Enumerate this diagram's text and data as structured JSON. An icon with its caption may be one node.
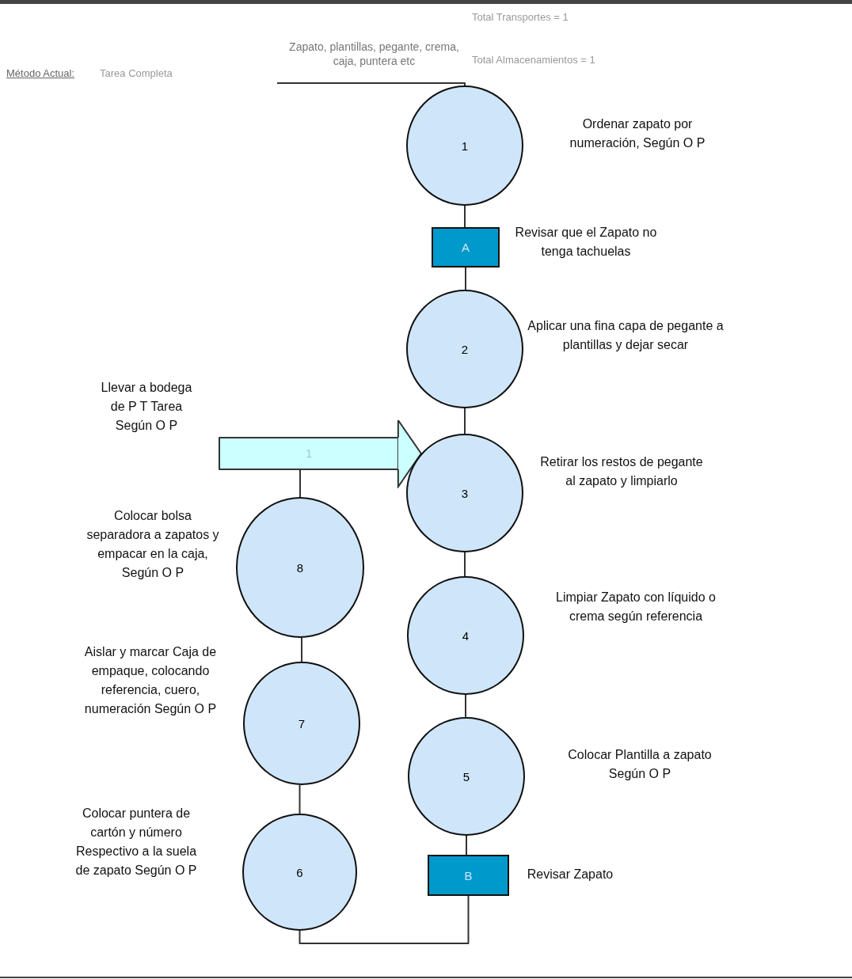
{
  "diagram": {
    "nodes": [
      {
        "text": [
          "Zapato, plantillas, pegante, crema, caja, puntera etc"
        ]
      },
      {
        "text": [
          "1"
        ],
        "beside": [
          "Ordenar zapato por numeración, Según O P"
        ]
      },
      {
        "text": [
          "A"
        ],
        "beside": [
          "Revisar que el Zapato no tenga tachuelas"
        ]
      },
      {
        "text": [
          "2"
        ],
        "beside": [
          "Aplicar una fina capa de pegante a plantillas y dejar secar"
        ]
      },
      {
        "text": [
          "3"
        ],
        "beside": [
          "Retirar los restos de pegante al zapato y limpiarlo"
        ]
      },
      {
        "text": [
          "8"
        ],
        "beside": [
          "Colocar bolsa separadora a zapatos y empacar en la caja, Según O P"
        ]
      },
      {
        "text": [
          "4"
        ],
        "beside": [
          "Limpiar Zapato con líquido o crema según referencia"
        ]
      },
      {
        "text": [
          "7"
        ],
        "beside": [
          "Aislar y marcar Caja de empaque, colocando referencia, cuero, numeración Según O P"
        ]
      },
      {
        "text": [
          "5"
        ],
        "beside": [
          "Colocar Plantilla a zapato Según O P"
        ]
      },
      {
        "text": [
          "B"
        ],
        "beside": [
          "Revisar Zapato"
        ]
      },
      {
        "text": [
          "6"
        ],
        "beside": [
          "Colocar puntera de cartón y número Respectivo a la suela de zapato Según O P"
        ]
      }
    ],
    "edges": [
      {
        "from": 0,
        "to": 1,
        "arrow": "none"
      },
      {
        "from": 1,
        "to": 2,
        "arrow": "none"
      },
      {
        "from": 2,
        "to": 3,
        "arrow": "none"
      },
      {
        "from": 3,
        "to": 4,
        "arrow": "none"
      },
      {
        "from": 4,
        "to": 6,
        "arrow": "none"
      },
      {
        "from": 6,
        "to": 8,
        "arrow": "none"
      },
      {
        "from": 8,
        "to": 9,
        "arrow": "none"
      },
      {
        "from": 9,
        "to": 10,
        "arrow": "none"
      },
      {
        "from": 10,
        "to": 7,
        "arrow": "none"
      },
      {
        "from": 7,
        "to": 5,
        "arrow": "none"
      },
      {
        "from": 5,
        "to": 4,
        "arrow": "to",
        "label": "1"
      }
    ],
    "labels": [
      "Total Transportes = 1",
      "Total Almacenamientos = 1",
      "Método Actual:",
      "Tarea Completa",
      "Llevar a bodega de P T Tarea Según O P"
    ]
  }
}
